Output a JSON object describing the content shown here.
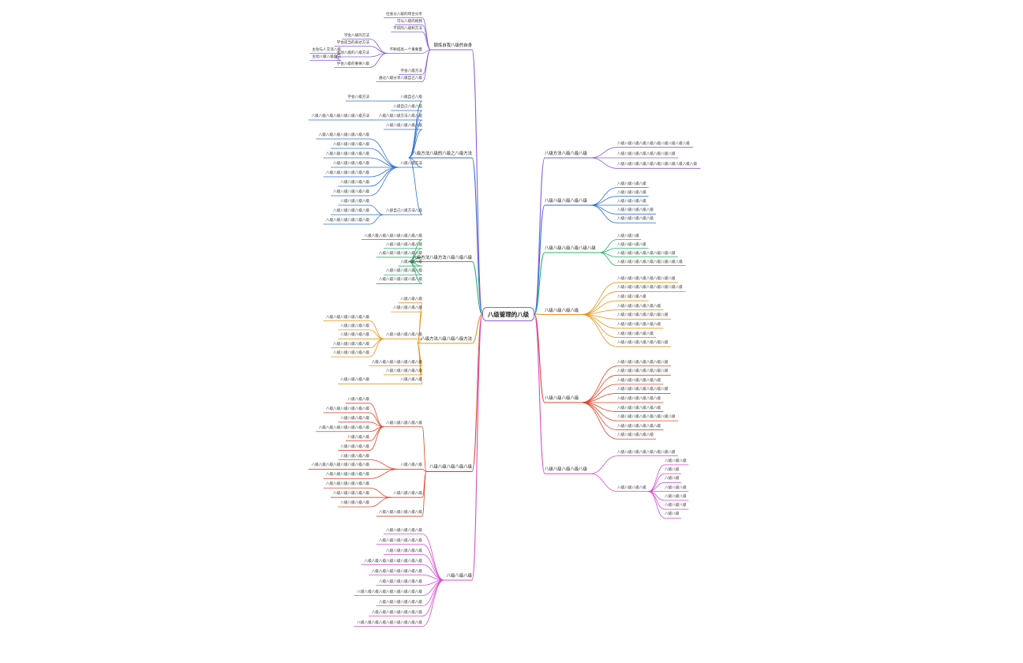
{
  "root": {
    "title": "八级管理的八级"
  },
  "branches": [
    {
      "side": "L",
      "color": "#8a5cd6",
      "label": "锻炼自我八级的自身",
      "children": [
        {
          "label": "社会分八级的场合分享",
          "children": []
        },
        {
          "label": "可以八级的视频",
          "children": []
        },
        {
          "label": "不同的八级和方法",
          "children": []
        },
        {
          "label": "不断提高一个重要量",
          "children": [
            {
              "label": "学会八级的方法",
              "children": []
            },
            {
              "label": "学会适当的表达方法",
              "children": []
            },
            {
              "label": "主动八级的八级方法",
              "children": [
                {
                  "label": "主动与人交流八级",
                  "children": []
                },
                {
                  "label": "主动八级八级自己",
                  "children": []
                }
              ]
            },
            {
              "label": "学会八级的重要八级",
              "children": []
            }
          ]
        },
        {
          "label": "学会八级方法",
          "children": []
        },
        {
          "label": "通过八级分享八级自己八级",
          "children": []
        }
      ]
    },
    {
      "side": "L",
      "color": "#2f6fd8",
      "label": "八级方法八级的八级之八级方法",
      "children": [
        {
          "label": "八级自己八级",
          "children": [
            {
              "label": "学会八级方法",
              "children": []
            }
          ]
        },
        {
          "label": "八级自己八级八级",
          "children": []
        },
        {
          "label": "八级八级八级方法八级八级",
          "children": [
            {
              "label": "八级八级八级八级八级八级八级方法",
              "children": []
            }
          ]
        },
        {
          "label": "八级八级八级八级八级",
          "children": []
        },
        {
          "label": "八级八级方法",
          "children": [
            {
              "label": "八级八级八级八级八级八级八级",
              "children": []
            },
            {
              "label": "八级八级八级八级八级",
              "children": []
            },
            {
              "label": "八级八级八级八级八级八级",
              "children": []
            },
            {
              "label": "八级八级八级八级八级",
              "children": []
            },
            {
              "label": "八级八级八级八级八级八级",
              "children": []
            },
            {
              "label": "八级八级八级八级",
              "children": []
            },
            {
              "label": "八级八级八级八级八级",
              "children": []
            }
          ]
        },
        {
          "label": "八级自己八级方法八级",
          "children": [
            {
              "label": "八级八级八级八级",
              "children": []
            },
            {
              "label": "八级八级八级八级八级",
              "children": []
            },
            {
              "label": "八级八级八级八级八级八级",
              "children": []
            }
          ]
        }
      ]
    },
    {
      "side": "L",
      "color": "#25b56a",
      "label": "八级方法八级方法八级八级八级",
      "children": [
        {
          "label": "八级八级八级八级八级八级八级八级",
          "children": []
        },
        {
          "label": "八级八级八级八级八级",
          "children": []
        },
        {
          "label": "八级八级八级八级八级八级",
          "children": []
        },
        {
          "label": "八级八级八级",
          "children": []
        },
        {
          "label": "八级八级八级八级八级",
          "children": []
        },
        {
          "label": "八级八级八级八级八级八级",
          "children": []
        }
      ]
    },
    {
      "side": "L",
      "color": "#e8941a",
      "label": "八级方法八级八级八级方法",
      "children": [
        {
          "label": "八级八级八级",
          "children": []
        },
        {
          "label": "八级八级八级八级",
          "children": []
        },
        {
          "label": "八级八级八级八级八级",
          "children": [
            {
              "label": "八级八级八级八级八级八级",
              "children": []
            },
            {
              "label": "八级八级八级八级",
              "children": []
            },
            {
              "label": "八级八级八级八级",
              "children": []
            },
            {
              "label": "八级八级八级八级八级",
              "children": []
            },
            {
              "label": "八级八级八级八级八级",
              "children": []
            }
          ]
        },
        {
          "label": "八级八级八级八级八级八级八级",
          "children": []
        },
        {
          "label": "八级八级八级八级八级",
          "children": []
        },
        {
          "label": "八级八级八级",
          "children": [
            {
              "label": "八级八级八级八级",
              "children": []
            }
          ]
        }
      ]
    },
    {
      "side": "L",
      "color": "#e0452c",
      "label": "八级八级八级八级八级",
      "children": [
        {
          "label": "八级八级八级八级八级",
          "children": [
            {
              "label": "八级八级八级",
              "children": []
            },
            {
              "label": "八级八级八级八级八级八级",
              "children": []
            },
            {
              "label": "八级八级八级八级",
              "children": []
            },
            {
              "label": "八级八级八级八级八级八级八级",
              "children": []
            },
            {
              "label": "八级八级八级",
              "children": []
            },
            {
              "label": "八级八级八级八级",
              "children": []
            }
          ]
        },
        {
          "label": "八级八级八级",
          "children": [
            {
              "label": "八级八级八级八级",
              "children": []
            },
            {
              "label": "八级八级八级八级八级八级八级八级",
              "children": []
            },
            {
              "label": "八级八级八级八级八级八级",
              "children": []
            }
          ]
        },
        {
          "label": "八级八级八级八级",
          "children": [
            {
              "label": "八级八级八级八级八级八级",
              "children": []
            },
            {
              "label": "八级八级八级八级八级",
              "children": []
            },
            {
              "label": "八级八级八级八级",
              "children": []
            }
          ]
        },
        {
          "label": "八级八级八级八级八级八级",
          "children": []
        }
      ]
    },
    {
      "side": "L",
      "color": "#d84bd0",
      "label": "八级八级八级",
      "children": [
        {
          "label": "八级八级八级八级八级",
          "children": []
        },
        {
          "label": "八级八级八级八级八级八级",
          "children": []
        },
        {
          "label": "八级八级八级八级八级",
          "children": []
        },
        {
          "label": "八级八级八级八级八级八级八级八级",
          "children": []
        },
        {
          "label": "八级八级八级八级八级八级八级",
          "children": []
        },
        {
          "label": "八级八级八级八级八级八级",
          "children": []
        },
        {
          "label": "八级八级八级八级八级八级八级八级八级",
          "children": []
        },
        {
          "label": "八级八级八级八级八级八级",
          "children": []
        },
        {
          "label": "八级八级八级八级八级八级八级",
          "children": []
        },
        {
          "label": "八级八级八级八级八级八级八级八级八级",
          "children": []
        }
      ]
    },
    {
      "side": "R",
      "color": "#8a5cd6",
      "label": "八级方法八级八级八级",
      "children": [
        {
          "label": "八级八级八级八级八级八级八级八级八级八级",
          "children": []
        },
        {
          "label": "八级八级八级八级八级八级八级八级",
          "children": []
        },
        {
          "label": "八级八级八级八级八级八级八级八级八级八级八级",
          "children": []
        }
      ]
    },
    {
      "side": "R",
      "color": "#2f6fd8",
      "label": "八级八级八级八级八级",
      "children": [
        {
          "label": "八级八级八级八级",
          "children": []
        },
        {
          "label": "八级八级八级八级",
          "children": []
        },
        {
          "label": "八级八级八级八级",
          "children": []
        },
        {
          "label": "八级八级八级八级八级",
          "children": []
        },
        {
          "label": "八级八级八级八级八级",
          "children": []
        }
      ]
    },
    {
      "side": "R",
      "color": "#25b56a",
      "label": "八级八级八级八级八级八级",
      "children": [
        {
          "label": "八级八级八级",
          "children": []
        },
        {
          "label": "八级八级八级八级",
          "children": []
        },
        {
          "label": "八级八级八级八级八级八级八级八级",
          "children": []
        },
        {
          "label": "八级八级八级八级八级八级八级八级八级",
          "children": []
        }
      ]
    },
    {
      "side": "R",
      "color": "#e8941a",
      "label": "八级八级八级八级",
      "children": [
        {
          "label": "八级八级八级八级八级八级八级八级",
          "children": []
        },
        {
          "label": "八级八级八级八级八级八级八级八级八级",
          "children": []
        },
        {
          "label": "八级八级八级八级",
          "children": []
        },
        {
          "label": "八级八级八级八级八级八级",
          "children": []
        },
        {
          "label": "八级八级八级八级八级八级八级",
          "children": []
        },
        {
          "label": "八级八级八级八级八级八级",
          "children": []
        },
        {
          "label": "八级八级八级八级八级",
          "children": []
        },
        {
          "label": "八级八级八级八级八级八级八级",
          "children": []
        }
      ]
    },
    {
      "side": "R",
      "color": "#e0452c",
      "label": "八级八级八级八级",
      "children": [
        {
          "label": "八级八级八级八级八级八级八级",
          "children": []
        },
        {
          "label": "八级八级八级八级八级八级八级",
          "children": []
        },
        {
          "label": "八级八级八级八级八级八级",
          "children": []
        },
        {
          "label": "八级八级八级八级八级八级八级",
          "children": []
        },
        {
          "label": "八级八级八级八级八级八级",
          "children": []
        },
        {
          "label": "八级八级八级八级八级八级",
          "children": []
        },
        {
          "label": "八级八级八级八级八级八级八级八级",
          "children": []
        },
        {
          "label": "八级八级八级八级八级八级",
          "children": []
        },
        {
          "label": "八级八级八级八级八级",
          "children": []
        }
      ]
    },
    {
      "side": "R",
      "color": "#d84bd0",
      "label": "八级八级八级八级八级",
      "children": [
        {
          "label": "八级八级八级八级八级八级八级八级",
          "children": []
        },
        {
          "label": "八级八级八级八级",
          "children": [
            {
              "label": "八级八级八级",
              "children": []
            },
            {
              "label": "八级八级",
              "children": []
            },
            {
              "label": "八级八级",
              "children": []
            },
            {
              "label": "八级八级八级",
              "children": []
            },
            {
              "label": "八级八级八级",
              "children": []
            },
            {
              "label": "八级八级八级",
              "children": []
            },
            {
              "label": "八级八级",
              "children": []
            }
          ]
        }
      ]
    }
  ]
}
